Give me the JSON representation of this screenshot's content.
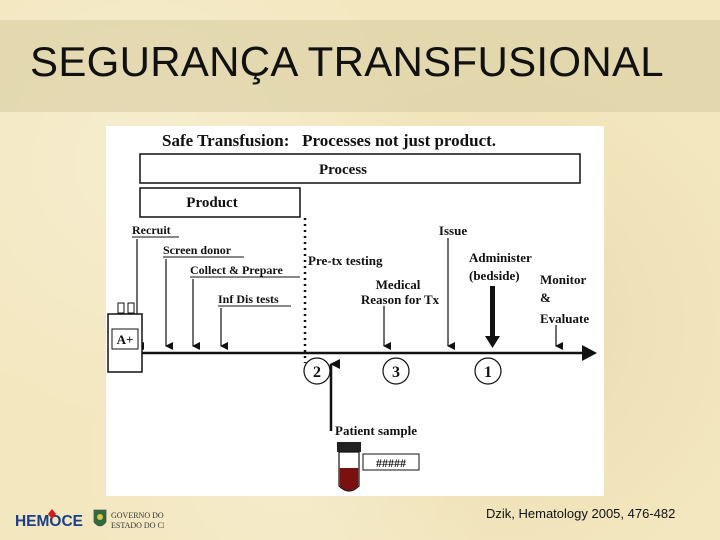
{
  "slide": {
    "title": "SEGURANÇA TRANSFUSIONAL",
    "citation": "Dzik, Hematology  2005, 476-482"
  },
  "diagram": {
    "heading": "Safe Transfusion:   Processes not just product.",
    "process_label": "Process",
    "product_label": "Product",
    "steps": {
      "recruit": "Recruit",
      "screen_donor": "Screen donor",
      "collect_prepare": "Collect & Prepare",
      "inf_dis_tests": "Inf Dis tests",
      "pre_tx_testing": "Pre-tx testing",
      "medical_line1": "Medical",
      "medical_line2": "Reason for Tx",
      "issue": "Issue",
      "administer_line1": "Administer",
      "administer_line2": "(bedside)",
      "monitor_line1": "Monitor",
      "monitor_line2": "&",
      "monitor_line3": "Evaluate"
    },
    "blood_bag_label": "A+",
    "checkpoints": [
      "2",
      "3",
      "1"
    ],
    "patient_sample_label": "Patient sample",
    "tube_label": "#####"
  },
  "logos": {
    "hemoce": "HEMOCE",
    "ceara_line1": "GOVERNO DO",
    "ceara_line2": "ESTADO DO CEARÁ"
  },
  "colors": {
    "background": "#f3e7bf",
    "diagram_ink": "#111111",
    "tube_blood": "#7a1010",
    "hemoce_blue": "#1a3f8a",
    "hemoce_red": "#d21c1c"
  }
}
